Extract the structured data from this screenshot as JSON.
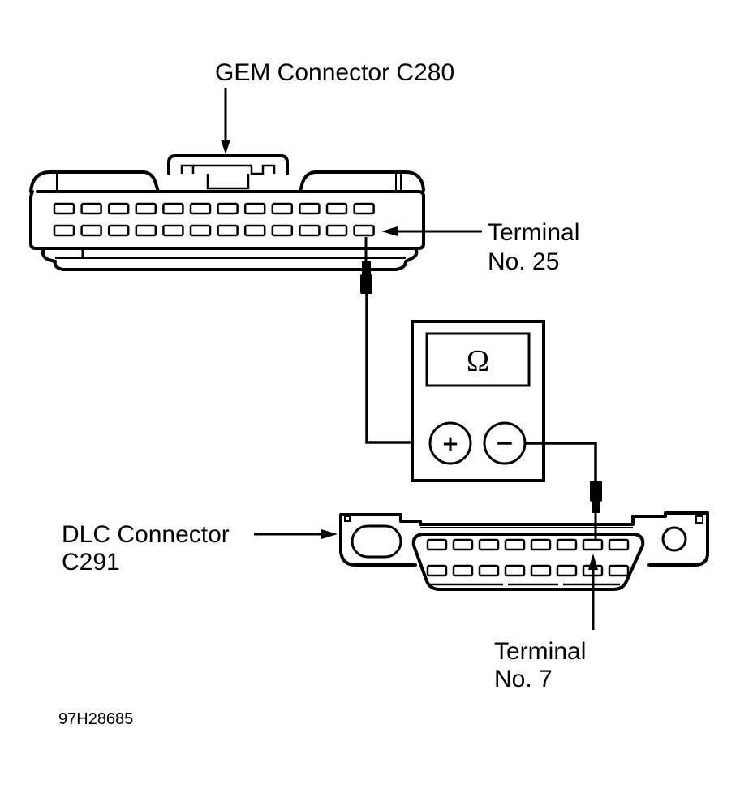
{
  "diagram": {
    "gem_connector": {
      "label": "GEM Connector C280",
      "pin_rows": 2,
      "pins_per_row": 12,
      "highlighted_terminal": {
        "line1": "Terminal",
        "line2": "No. 25"
      }
    },
    "dlc_connector": {
      "label_line1": "DLC Connector",
      "label_line2": "C291",
      "pin_rows": 2,
      "pins_per_row": 8,
      "highlighted_terminal": {
        "line1": "Terminal",
        "line2": "No. 7"
      }
    },
    "meter": {
      "display_symbol": "Ω",
      "positive_terminal": "+",
      "negative_terminal": "−",
      "mode": "ohmmeter"
    },
    "figure_code": "97H28685"
  }
}
